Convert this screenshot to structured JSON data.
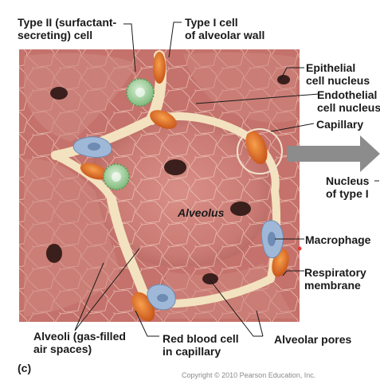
{
  "labels": {
    "type2_line1": "Type II (surfactant-",
    "type2_line2": "secreting) cell",
    "type1_line1": "Type I cell",
    "type1_line2": "of alveolar wall",
    "epi_line1": "Epithelial",
    "epi_line2": "cell nucleus",
    "endo_line1": "Endothelial",
    "endo_line2": "cell nucleus",
    "capillary": "Capillary",
    "nucleus_line1": "Nucleus",
    "nucleus_line2": "of type I",
    "alveolus": "Alveolus",
    "macrophage": "Macrophage",
    "resp_line1": "Respiratory",
    "resp_line2": "membrane",
    "alveoli_line1": "Alveoli (gas-filled",
    "alveoli_line2": "air spaces)",
    "rbc_line1": "Red blood cell",
    "rbc_line2": "in capillary",
    "pores": "Alveolar pores",
    "figure_letter": "(c)",
    "credit": "Copyright © 2010 Pearson Education, Inc."
  },
  "colors": {
    "tissue": "#c97a73",
    "tissue_light": "#e3a59c",
    "cell_border": "#f3d7cd",
    "wall_cream": "#f3e2bf",
    "rbc_orange": "#e8731f",
    "rbc_dark": "#c9551a",
    "type2_green": "#a9d6a8",
    "macrophage_blue": "#9fb8d8",
    "pore_dark": "#3a1f1c",
    "arrow_gray": "#8c8c8c",
    "leader": "#1a1a1a"
  }
}
